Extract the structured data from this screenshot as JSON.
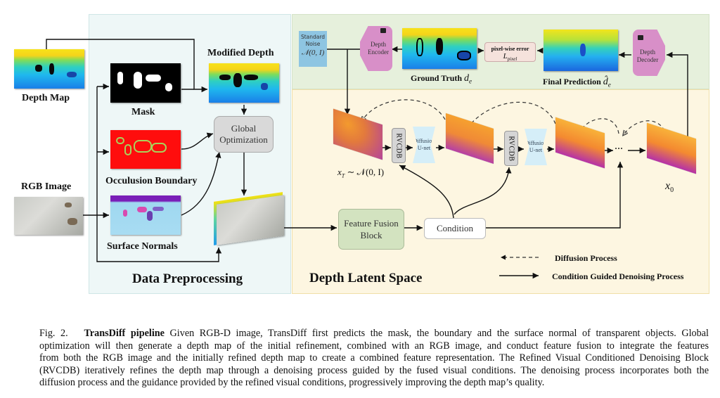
{
  "figure": {
    "inputs": {
      "depth_map_label": "Depth Map",
      "rgb_image_label": "RGB Image"
    },
    "preprocessing": {
      "title": "Data Preprocessing",
      "mask_label": "Mask",
      "occlusion_label": "Occulusion Boundary",
      "normals_label": "Surface Normals",
      "modified_depth_label": "Modified Depth",
      "global_opt_line1": "Global",
      "global_opt_line2": "Optimization"
    },
    "top": {
      "noise_line1": "Standard",
      "noise_line2": "Noise",
      "noise_math": "𝒩(0, I)",
      "encoder_line1": "Depth",
      "encoder_line2": "Encoder",
      "ground_truth_label": "Ground Truth",
      "ground_truth_math": "d",
      "ground_truth_sub": "e",
      "error_line1": "pixel-wise error",
      "error_math": "L",
      "error_sub": "pixel",
      "final_pred_label": "Final Prediction",
      "final_pred_math": "d̂",
      "final_pred_sub": "e",
      "decoder_line1": "Depth",
      "decoder_line2": "Decoder"
    },
    "latent": {
      "title": "Depth Latent Space",
      "xt_label": "x",
      "xt_sub": "T",
      "xt_rest": " ∼ 𝒩(0, I)",
      "x0_label": "x",
      "x0_sub": "0",
      "rvcdb_label": "RVCDB",
      "unet_line1": "Diffusion",
      "unet_line2": "U-net",
      "ellipsis": "···",
      "feature_fusion_line1": "Feature Fusion",
      "feature_fusion_line2": "Block",
      "condition_label": "Condition"
    },
    "legend": {
      "diffusion": "Diffusion Process",
      "denoising": "Condition Guided Denoising Process"
    }
  },
  "caption": {
    "fig_no": "Fig. 2.",
    "bold_title": "TransDiff pipeline",
    "lines": [
      " Given RGB-D image, TransDiff first predicts the mask, the boundary and the surface normal of transparent objects. Global",
      "optimization will then generate a depth map of the initial refinement, combined with an RGB image, and conduct feature fusion to integrate the features",
      "from both the RGB image and the initially refined depth map to create a combined feature representation. The Refined Visual Conditioned Denoising Block",
      "(RVCDB) iteratively refines the depth map through a denoising process guided by the fused visual conditions. The denoising process incorporates both the",
      "diffusion process and the guidance provided by the refined visual conditions, progressively improving the depth map’s quality."
    ]
  },
  "colors": {
    "preprocessing_bg": "#eef7f7",
    "top_bg": "#e6f0dc",
    "latent_bg": "#fdf6e1",
    "encoder_pink": "#d88fc8",
    "noise_blue": "#8ec5e2",
    "fusion_green": "#d3e3c0"
  }
}
